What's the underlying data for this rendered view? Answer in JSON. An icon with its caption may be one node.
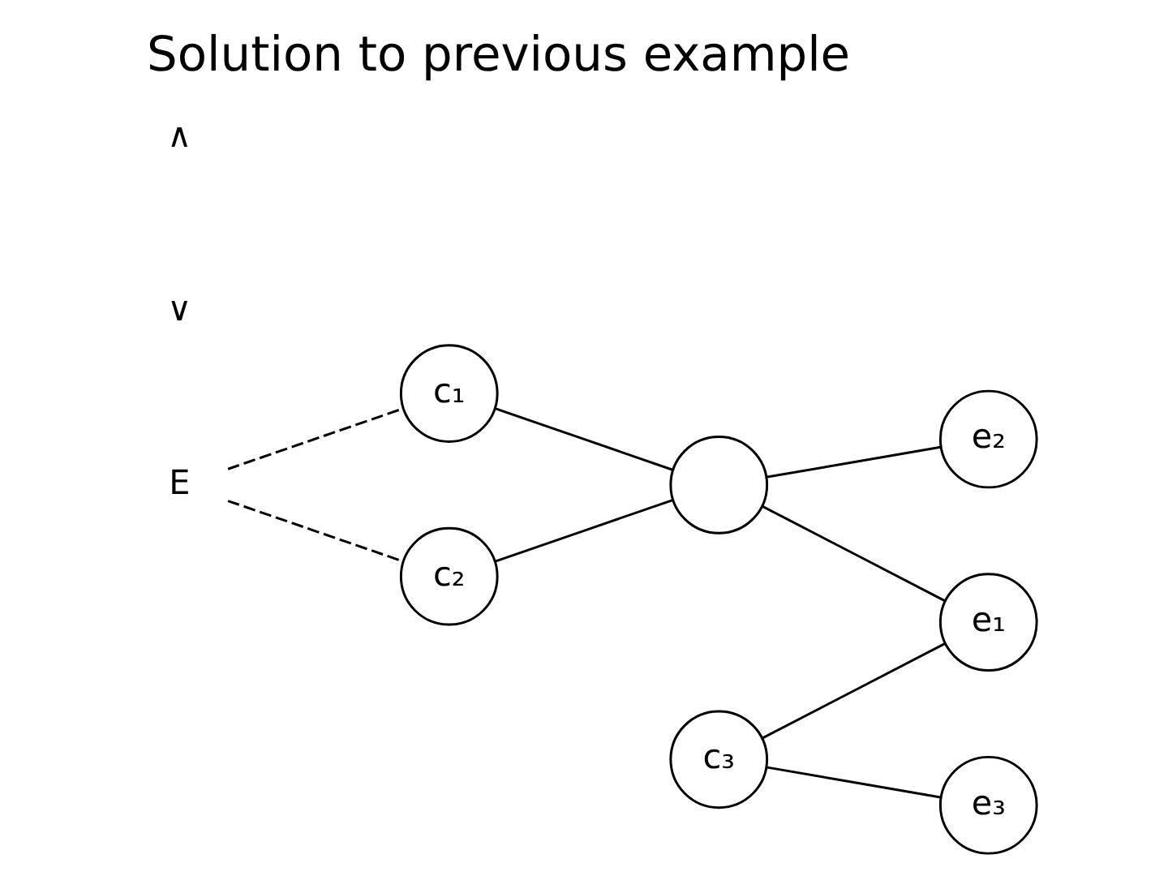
{
  "diagram": {
    "title": "Solution to previous example",
    "nodes": [
      {
        "text": [
          "E"
        ]
      },
      {
        "text": [
          "c₁"
        ]
      },
      {
        "text": [
          "c₂"
        ]
      },
      {
        "text": [
          "c₃"
        ]
      },
      {
        "text": [],
        "shape": "circle"
      },
      {
        "text": [
          "e₁"
        ]
      },
      {
        "text": [
          "e₂"
        ]
      },
      {
        "text": [
          "e₃"
        ]
      }
    ],
    "edges": [
      {
        "from": 0,
        "to": 1,
        "arrow": "none",
        "style": "dashed"
      },
      {
        "from": 0,
        "to": 2,
        "arrow": "none",
        "style": "dashed"
      },
      {
        "from": 1,
        "to": 4,
        "arrow": "none"
      },
      {
        "from": 2,
        "to": 4,
        "arrow": "none"
      },
      {
        "from": 4,
        "to": 5,
        "arrow": "none"
      },
      {
        "from": 4,
        "to": 6,
        "arrow": "none"
      },
      {
        "from": 3,
        "to": 5,
        "arrow": "none"
      },
      {
        "from": 3,
        "to": 7,
        "arrow": "none"
      }
    ],
    "labels": [
      "∨",
      "∧"
    ]
  }
}
